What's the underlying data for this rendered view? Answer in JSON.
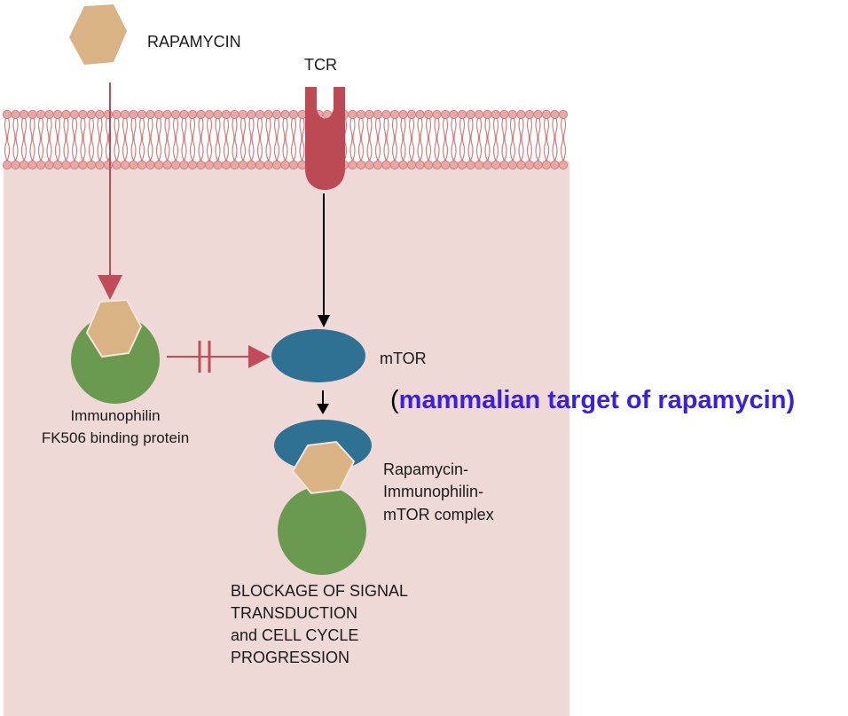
{
  "labels": {
    "rapamycin": "RAPAMYCIN",
    "tcr": "TCR",
    "mtor": "mTOR",
    "immunophilin_line1": "Immunophilin",
    "immunophilin_line2": "FK506 binding protein",
    "complex_line1": "Rapamycin-",
    "complex_line2": "Immunophilin-",
    "complex_line3": "mTOR complex",
    "blockage_line1": "BLOCKAGE OF SIGNAL",
    "blockage_line2": "TRANSDUCTION",
    "blockage_line3": "and CELL CYCLE",
    "blockage_line4": "PROGRESSION",
    "mtor_expansion_open": "(",
    "mtor_expansion_text": "mammalian target of rapamycin",
    "mtor_expansion_close": ")"
  },
  "colors": {
    "cell_interior": "#eed9d7",
    "membrane": "#e8a9a6",
    "membrane_outline": "#d57f7c",
    "rapamycin": "#d9b384",
    "immunophilin": "#6a9a4f",
    "mtor": "#2e7193",
    "receptor": "#bc4a55",
    "rapamycin_arrow": "#c24b5a",
    "signal_arrow": "#000000",
    "annotation_text": "#3a1ee8"
  }
}
